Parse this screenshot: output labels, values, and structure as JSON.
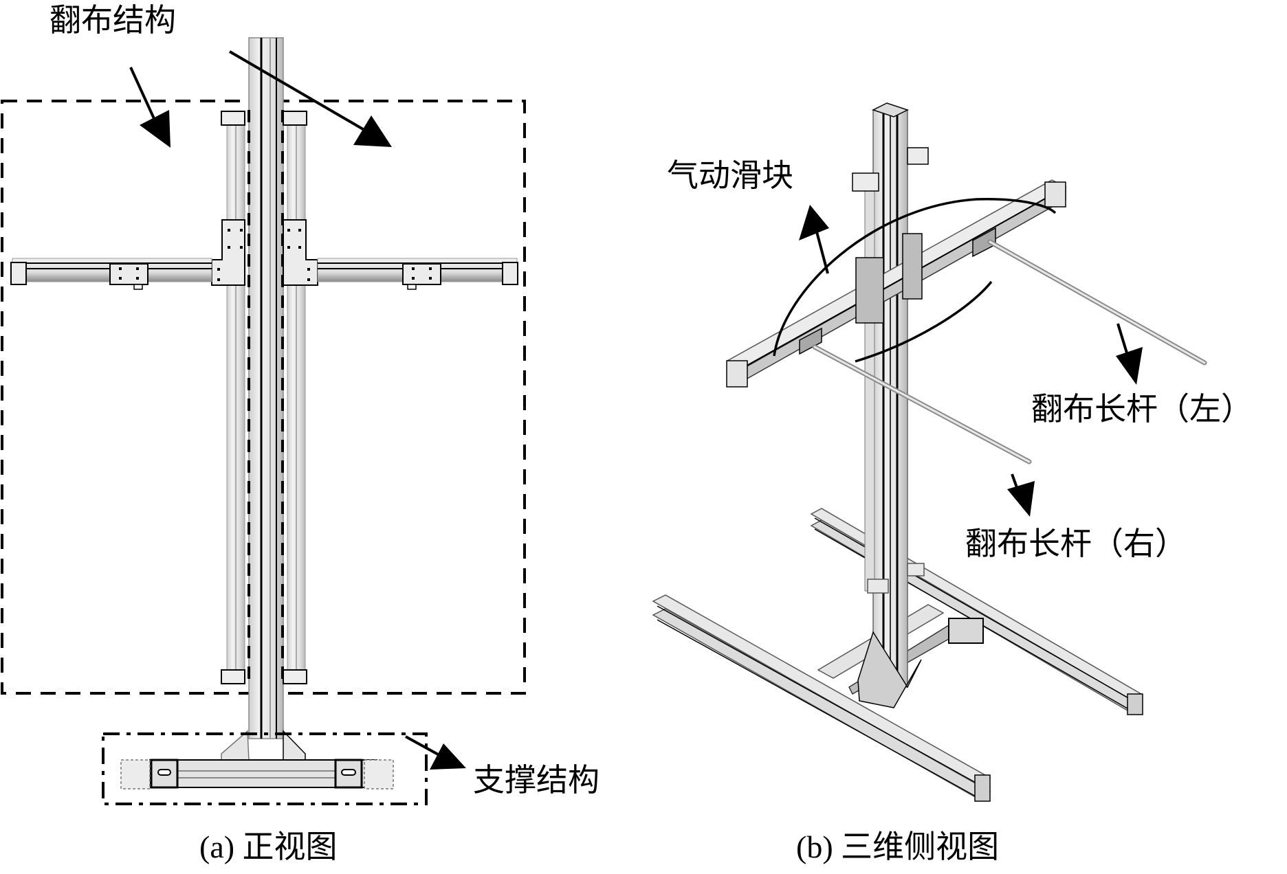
{
  "figure": {
    "panel_a": {
      "caption": "(a) 正视图",
      "labels": {
        "flip_structure": "翻布结构",
        "support_structure": "支撑结构"
      }
    },
    "panel_b": {
      "caption": "(b) 三维侧视图",
      "labels": {
        "pneumatic_slider": "气动滑块",
        "long_rod_left": "翻布长杆（左）",
        "long_rod_right": "翻布长杆（右）"
      }
    },
    "colors": {
      "ink": "#000000",
      "metal_light": "#e6e6e6",
      "metal_mid": "#bdbdbd",
      "metal_dark": "#7a7a7a",
      "background": "#ffffff"
    }
  }
}
